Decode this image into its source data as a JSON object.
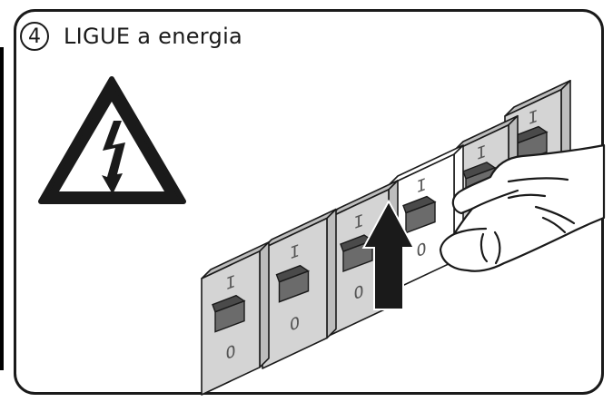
{
  "step": {
    "number": "4",
    "instruction": "LIGUE a energia"
  },
  "breakers": [
    {
      "on_label": "I",
      "off_label": "O"
    },
    {
      "on_label": "I",
      "off_label": "O"
    },
    {
      "on_label": "I",
      "off_label": "O"
    },
    {
      "on_label": "I",
      "off_label": "O"
    },
    {
      "on_label": "I",
      "off_label": "O"
    },
    {
      "on_label": "I",
      "off_label": "O"
    }
  ],
  "colors": {
    "breaker_face": "#d4d4d4",
    "breaker_side": "#bdbdbd",
    "breaker_dark": "#6b6b6b",
    "highlight_face": "#ffffff",
    "outline": "#1a1a1a"
  },
  "icons": [
    "high-voltage-warning-icon",
    "up-arrow-icon",
    "hand-icon"
  ]
}
